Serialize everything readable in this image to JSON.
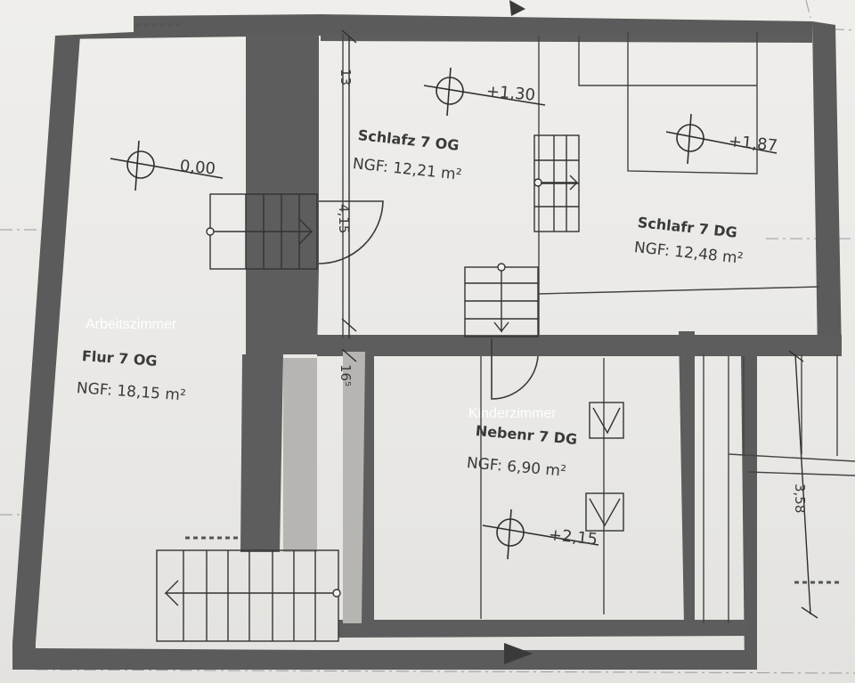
{
  "overlay_labels": {
    "arbeitszimmer": "Arbeitszimmer",
    "kinderzimmer": "Kinderzimmer"
  },
  "rooms": [
    {
      "name": "Flur 7 OG",
      "area": "NGF: 18,15 m²"
    },
    {
      "name": "Schlafz 7 OG",
      "area": "NGF: 12,21 m²"
    },
    {
      "name": "Schlafr 7 DG",
      "area": "NGF: 12,48 m²"
    },
    {
      "name": "Nebenr 7 DG",
      "area": "NGF: 6,90 m²"
    }
  ],
  "levels": [
    "0,00",
    "+1,30",
    "+1,87",
    "+2,15"
  ],
  "dimensions": [
    "13",
    "4,15",
    "16⁵",
    "3,58"
  ],
  "colors": {
    "paper": "#ecebe8",
    "wall": "#5a5a5a",
    "line": "#3c3c3c",
    "overlay_text": "#ffffff"
  }
}
